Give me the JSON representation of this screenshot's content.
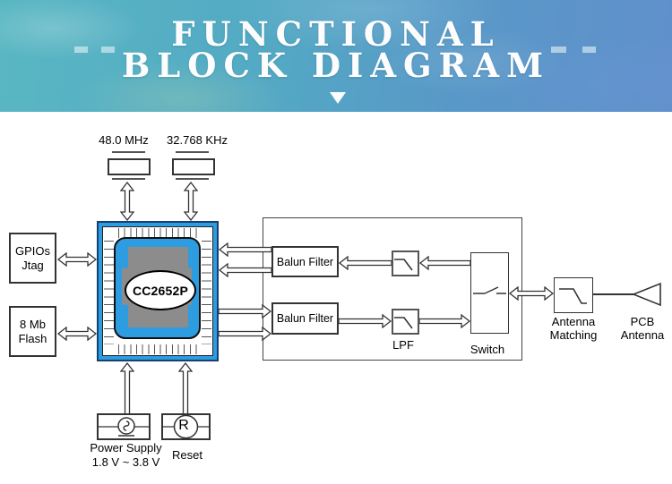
{
  "header": {
    "title_line1": "FUNCTIONAL",
    "title_line2": "BLOCK DIAGRAM"
  },
  "oscillators": [
    {
      "label": "48.0 MHz"
    },
    {
      "label": "32.768 KHz"
    }
  ],
  "chip": {
    "label": "CC2652P"
  },
  "left_blocks": [
    {
      "line1": "GPIOs",
      "line2": "Jtag"
    },
    {
      "line1": "8 Mb",
      "line2": "Flash"
    }
  ],
  "rf_section": {
    "balun_top": "Balun Filter",
    "balun_bottom": "Balun Filter",
    "lpf_label": "LPF",
    "switch_label": "Switch"
  },
  "antenna": {
    "matching_line1": "Antenna",
    "matching_line2": "Matching",
    "pcb_line1": "PCB",
    "pcb_line2": "Antenna"
  },
  "power_supply": {
    "line1": "Power Supply",
    "line2": "1.8 V ~ 3.8 V"
  },
  "reset": {
    "label": "Reset",
    "symbol": "R"
  },
  "colors": {
    "banner_teal": "#59b7c2",
    "banner_blue": "#6190cb",
    "title_white": "#fdfdfd",
    "chip_blue": "#2e9ce0",
    "chip_border_navy": "#16406f",
    "die_gray": "#8c8c8c",
    "line_dark": "#333333"
  }
}
